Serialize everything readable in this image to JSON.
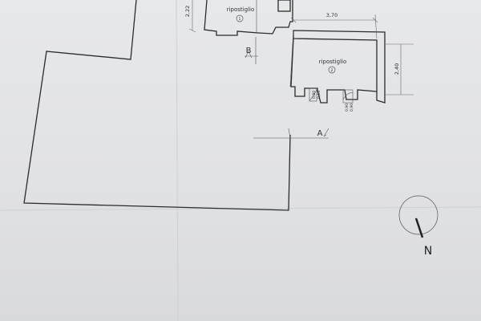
{
  "rooms": [
    {
      "name": "ripostiglio",
      "number": "1"
    },
    {
      "name": "ripostiglio",
      "number": "2"
    }
  ],
  "dimensions": {
    "room1_height": "2,22",
    "room2_width": "3,70",
    "room2_height": "2,40",
    "door1_a": "0,80",
    "door1_b": "0,10",
    "door2_a": "0,90",
    "door2_b": "0,90"
  },
  "sections": {
    "a": "A",
    "b": "B"
  },
  "north": {
    "label": "N"
  }
}
